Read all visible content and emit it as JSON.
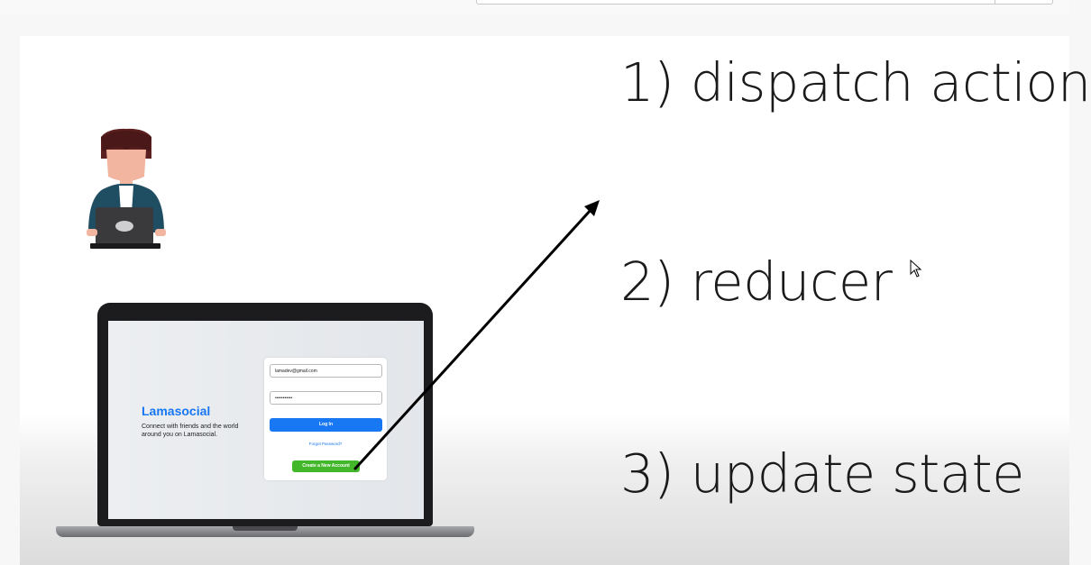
{
  "slide": {
    "steps": [
      {
        "label": "1) dispatch action"
      },
      {
        "label": "2) reducer"
      },
      {
        "label": "3) update state"
      }
    ]
  },
  "login_app": {
    "brand": "Lamasocial",
    "tagline": "Connect with friends and the world around you on Lamasocial.",
    "email_value": "lamadev@gmail.com",
    "password_value": "•••••••••••",
    "login_label": "Log In",
    "forgot_label": "Forgot Password?",
    "create_label": "Create a New Account"
  },
  "icons": {
    "person": "person-with-laptop-icon",
    "cursor": "mouse-cursor-icon",
    "arrow": "arrow-icon"
  },
  "colors": {
    "brand_blue": "#1877f2",
    "create_green": "#42b72a",
    "person_jacket": "#1f4e63",
    "person_hair": "#5b1f1f",
    "person_skin": "#f2b6a0"
  }
}
